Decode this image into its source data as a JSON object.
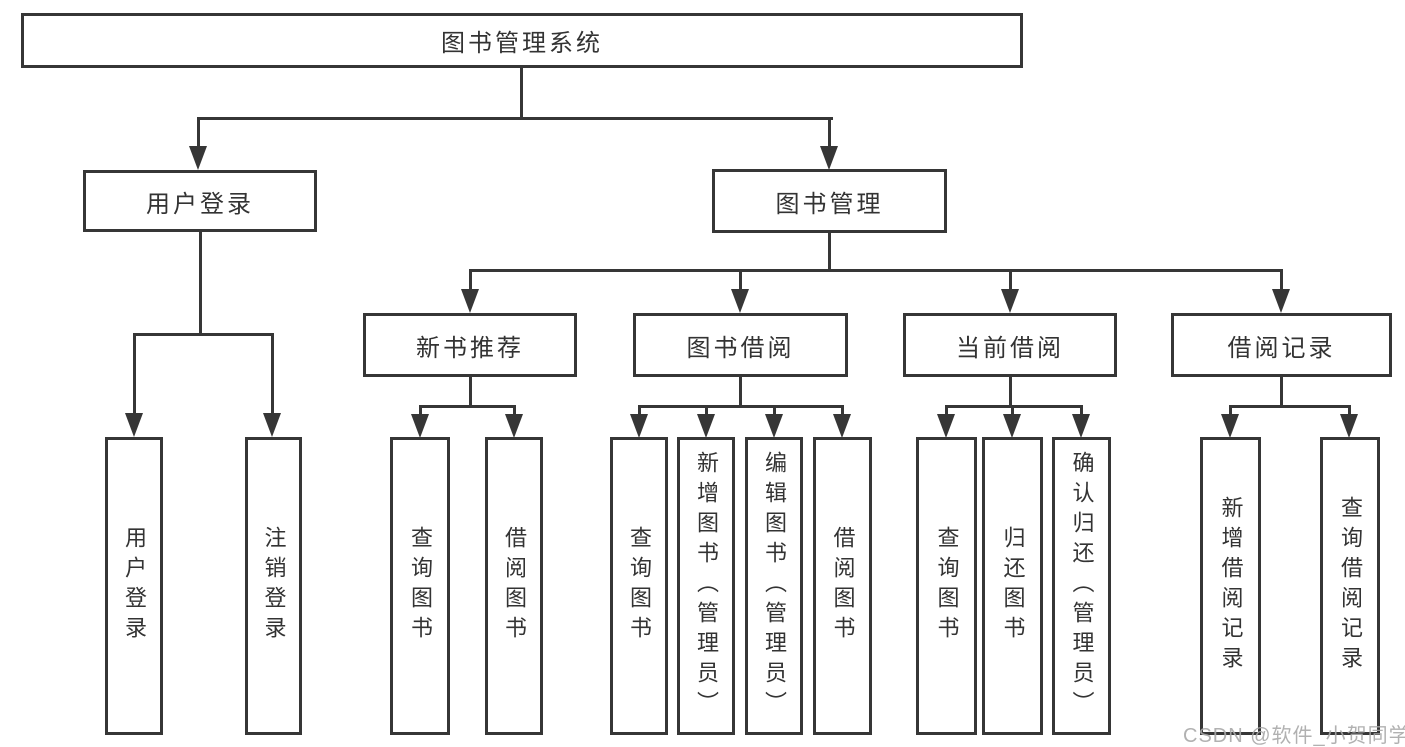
{
  "diagram": {
    "tree": {
      "root": {
        "label": "图书管理系统"
      },
      "branches": [
        {
          "label": "用户登录",
          "children": [
            {
              "label": "用户登录"
            },
            {
              "label": "注销登录"
            }
          ]
        },
        {
          "label": "图书管理",
          "children": [
            {
              "label": "新书推荐",
              "children": [
                {
                  "label": "查询图书"
                },
                {
                  "label": "借阅图书"
                }
              ]
            },
            {
              "label": "图书借阅",
              "children": [
                {
                  "label": "查询图书"
                },
                {
                  "label": "新增图书（管理员）"
                },
                {
                  "label": "编辑图书（管理员）"
                },
                {
                  "label": "借阅图书"
                }
              ]
            },
            {
              "label": "当前借阅",
              "children": [
                {
                  "label": "查询图书"
                },
                {
                  "label": "归还图书"
                },
                {
                  "label": "确认归还（管理员）"
                }
              ]
            },
            {
              "label": "借阅记录",
              "children": [
                {
                  "label": "新增借阅记录"
                },
                {
                  "label": "查询借阅记录"
                }
              ]
            }
          ]
        }
      ]
    },
    "colors": {
      "line": "#363636",
      "text": "#333333",
      "box_background": "#ffffff",
      "page_background": "#ffffff",
      "watermark": "#a8a8a8"
    }
  },
  "watermark": {
    "text": "CSDN @软件_小贺同学"
  }
}
